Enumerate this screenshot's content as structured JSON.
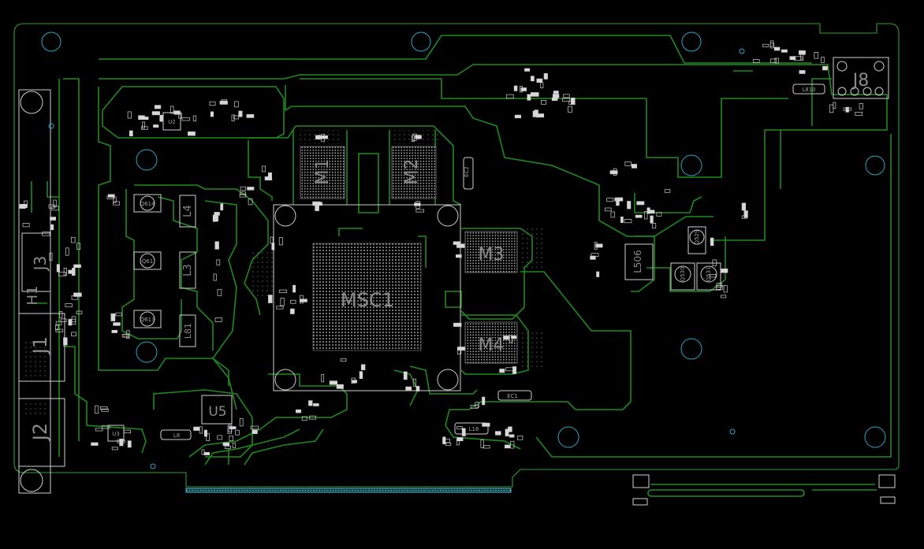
{
  "title": "",
  "colors": {
    "background": "#000000",
    "trace": "#1f8a1f",
    "silkscreen": "#cfcfcf",
    "mounting_hole": "#2aa7c7",
    "edge_connector": "#5fc0d0"
  },
  "labels": {
    "mcu": "MSC1",
    "m1": "M1",
    "m2": "M2",
    "m3": "M3",
    "m4": "M4",
    "j1": "J1",
    "j2": "J2",
    "j3": "J3",
    "j8": "J8",
    "u5": "U5",
    "l3": "L3",
    "l4": "L4",
    "l8": "L8",
    "l16": "L16",
    "l81": "L81",
    "l506": "L506",
    "ec1": "EC1",
    "ec2": "EC2",
    "u3": "U3",
    "u2": "U2",
    "q530": "Q530",
    "q531": "Q531",
    "q529": "Q529",
    "l810": "L810",
    "extra_left": "H1",
    "q61": "Q61",
    "q613": "Q613",
    "q614": "Q614"
  }
}
